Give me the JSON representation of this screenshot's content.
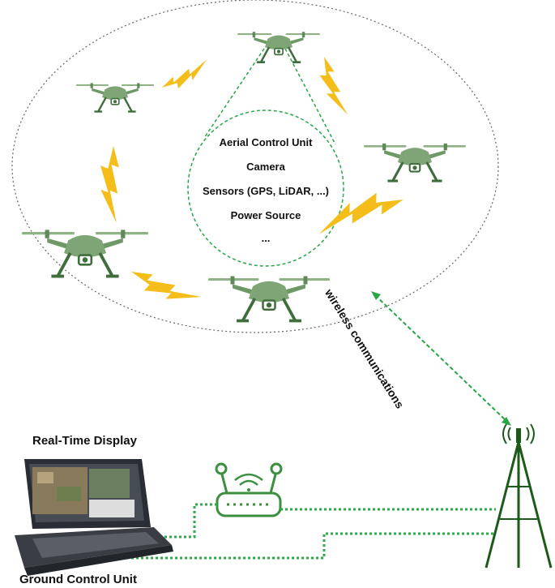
{
  "payload": {
    "items": [
      "Aerial Control Unit",
      "Camera",
      "Sensors (GPS, LiDAR, ...)",
      "Power Source",
      "..."
    ]
  },
  "labels": {
    "display": "Real-Time Display",
    "ground_control": "Ground Control Unit",
    "wireless": "wireless communications"
  },
  "colors": {
    "drone": "#7fa577",
    "drone_dark": "#3f6e3c",
    "lightning": "#f4bd19",
    "link": "#27a547",
    "tower": "#1c5a1a",
    "router": "#3b8f3f",
    "swarm_border": "#666666"
  },
  "icons": [
    "drone-icon",
    "lightning-icon",
    "router-icon",
    "antenna-tower-icon",
    "laptop-icon"
  ]
}
